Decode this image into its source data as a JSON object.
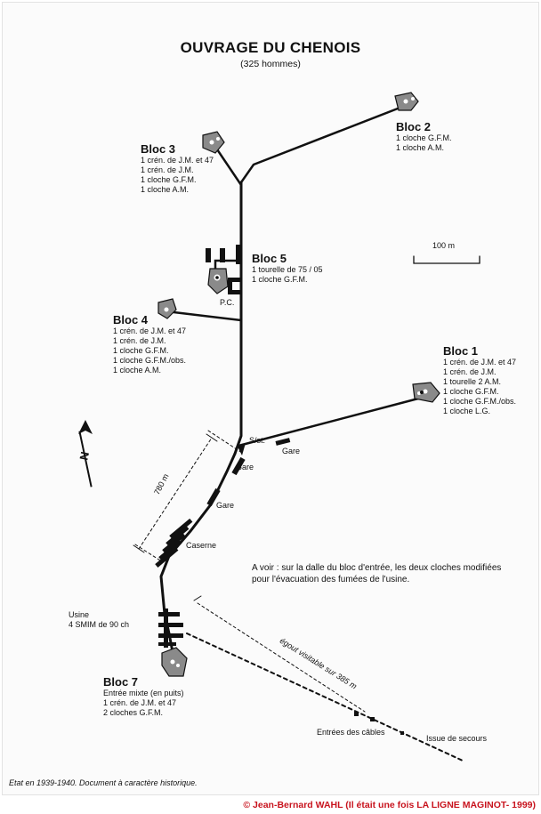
{
  "title": "OUVRAGE DU CHENOIS",
  "subtitle": "(325 hommes)",
  "blocs": {
    "bloc2": {
      "name": "Bloc 2",
      "lines": [
        "1 cloche G.F.M.",
        "1 cloche A.M."
      ]
    },
    "bloc3": {
      "name": "Bloc 3",
      "lines": [
        "1 crén. de J.M. et 47",
        "1 crén. de J.M.",
        "1 cloche G.F.M.",
        "1 cloche A.M."
      ]
    },
    "bloc5": {
      "name": "Bloc 5",
      "lines": [
        "1 tourelle de 75 / 05",
        "1 cloche G.F.M."
      ]
    },
    "bloc4": {
      "name": "Bloc 4",
      "lines": [
        "1 crén. de J.M. et 47",
        "1 crén. de J.M.",
        "1 cloche G.F.M.",
        "1 cloche G.F.M./obs.",
        "1 cloche A.M."
      ]
    },
    "bloc1": {
      "name": "Bloc 1",
      "lines": [
        "1 crén. de J.M. et 47",
        "1 crén. de J.M.",
        "1 tourelle 2 A.M.",
        "1 cloche G.F.M.",
        "1 cloche G.F.M./obs.",
        "1 cloche L.G."
      ]
    },
    "bloc7": {
      "name": "Bloc 7",
      "lines": [
        "Entrée mixte (en puits)",
        "1 crén. de J.M. et 47",
        "2 cloches G.F.M."
      ]
    }
  },
  "labels": {
    "pc": "P.C.",
    "sst": "S/st.",
    "gare1": "Gare",
    "gare2": "Gare",
    "gare3": "Gare",
    "caserne": "Caserne",
    "usine_line1": "Usine",
    "usine_line2": "4 SMIM de 90 ch",
    "entrees_cables": "Entrées des câbles",
    "issue_secours": "Issue de secours",
    "egout": "égout visitable sur 385 m",
    "dist_780": "780 m",
    "scale": "100 m",
    "north": "N"
  },
  "note": {
    "line1": "A voir : sur la dalle du bloc d'entrée, les deux cloches modifiées",
    "line2": "pour l'évacuation des fumées de l'usine."
  },
  "footer_note": "Etat en 1939-1940. Document à caractère historique.",
  "copyright": "© Jean-Bernard WAHL (Il était une fois LA LIGNE MAGINOT- 1999)",
  "colors": {
    "ink": "#111111",
    "bloc_fill": "#8a8a8a",
    "copyright": "#c8141e"
  }
}
